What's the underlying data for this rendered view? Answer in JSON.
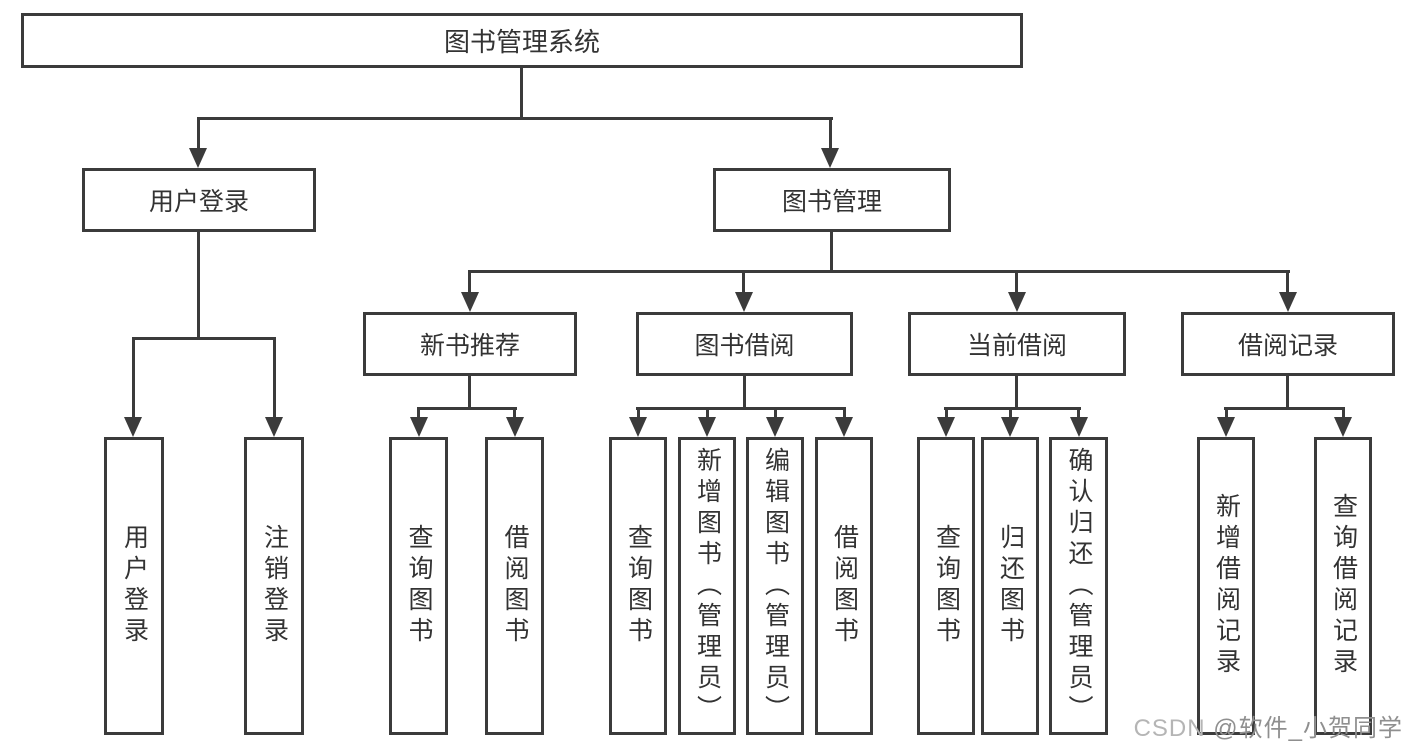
{
  "diagram": {
    "root": {
      "label": "图书管理系统"
    },
    "level2": [
      {
        "label": "用户登录"
      },
      {
        "label": "图书管理"
      }
    ],
    "level3": [
      {
        "label": "新书推荐"
      },
      {
        "label": "图书借阅"
      },
      {
        "label": "当前借阅"
      },
      {
        "label": "借阅记录"
      }
    ],
    "leaves": [
      {
        "label": "用户登录"
      },
      {
        "label": "注销登录"
      },
      {
        "label": "查询图书"
      },
      {
        "label": "借阅图书"
      },
      {
        "label": "查询图书"
      },
      {
        "label": "新增图书（管理员）"
      },
      {
        "label": "编辑图书（管理员）"
      },
      {
        "label": "借阅图书"
      },
      {
        "label": "查询图书"
      },
      {
        "label": "归还图书"
      },
      {
        "label": "确认归还（管理员）"
      },
      {
        "label": "新增借阅记录"
      },
      {
        "label": "查询借阅记录"
      }
    ],
    "watermark": {
      "prefix": "CSDN",
      "author": "@软件_小贺同学"
    },
    "colors": {
      "line": "#3b3b3b",
      "text": "#333333",
      "watermark_light": "#b5b5b5",
      "watermark_dark": "#8f8f8f",
      "background": "#ffffff"
    }
  }
}
